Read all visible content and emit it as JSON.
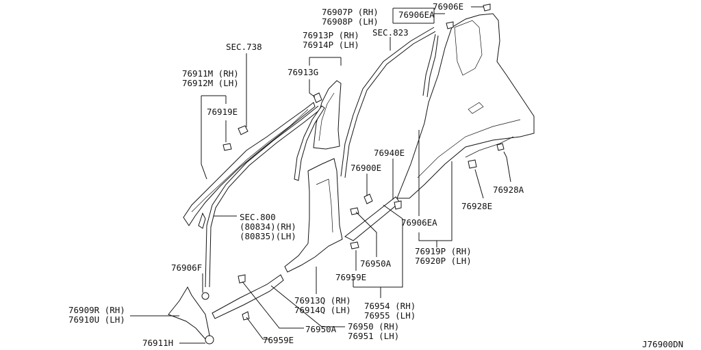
{
  "diagram_code": "J76900DN",
  "labels": {
    "p76911m": "76911M (RH)",
    "p76912m": "76912M (LH)",
    "sec738": "SEC.738",
    "p76919e": "76919E",
    "p76913p": "76913P (RH)",
    "p76914p": "76914P (LH)",
    "p76913g": "76913G",
    "p76907p": "76907P (RH)",
    "p76908p": "76908P (LH)",
    "p76906ea_top": "76906EA",
    "p76906e": "76906E",
    "sec823": "SEC.823",
    "p76940e": "76940E",
    "p76900e": "76900E",
    "p76928a": "76928A",
    "p76928e": "76928E",
    "p76906ea_mid": "76906EA",
    "p76919p": "76919P (RH)",
    "p76920p": "76920P (LH)",
    "sec800": "SEC.800",
    "p80834": "(80834)(RH)",
    "p80835": "(80835)(LH)",
    "p76906f": "76906F",
    "p76950a_mid": "76950A",
    "p76959e_mid": "76959E",
    "p76913q": "76913Q (RH)",
    "p76914q": "76914Q (LH)",
    "p76954": "76954 (RH)",
    "p76955": "76955 (LH)",
    "p76909r": "76909R (RH)",
    "p76910u": "76910U (LH)",
    "p76950a_low": "76950A",
    "p76950": "76950 (RH)",
    "p76951": "76951 (LH)",
    "p76911h": "76911H",
    "p76959e_low": "76959E"
  }
}
